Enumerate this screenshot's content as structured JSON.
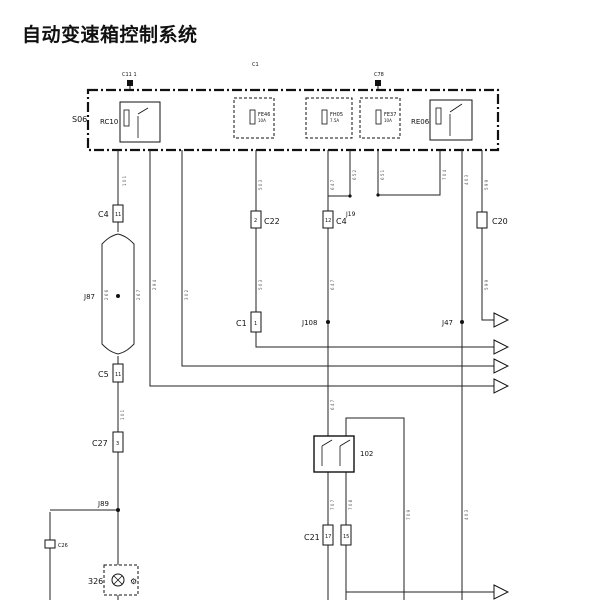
{
  "page": {
    "title": "自动变速箱控制系统"
  },
  "unit": {
    "id": "S06",
    "top_label": "C1",
    "feed_left": "C11 1",
    "feed_right": "C78",
    "relay_left": "RC10",
    "relay_right": "RE06",
    "fuses": [
      {
        "id": "FE46",
        "rating": "10A"
      },
      {
        "id": "FH05",
        "rating": "7.5A"
      },
      {
        "id": "FE37",
        "rating": "10A"
      }
    ]
  },
  "connectors": {
    "c4": "C4",
    "c4b": "C4",
    "c5": "C5",
    "c27": "C27",
    "c22": "C22",
    "c1": "C1",
    "c20": "C20",
    "c21": "C21",
    "c26": "C26"
  },
  "junctions": {
    "j87": "J87",
    "j89": "J89",
    "j108": "J108",
    "j47": "J47",
    "j19": "J19"
  },
  "components": {
    "k102": "102",
    "lamp": "326"
  },
  "pins": {
    "c4": "11",
    "c5": "11",
    "c27": "3",
    "c22": "2",
    "c1": "1",
    "c4b": "12",
    "c21a": "17",
    "c21b": "15"
  }
}
